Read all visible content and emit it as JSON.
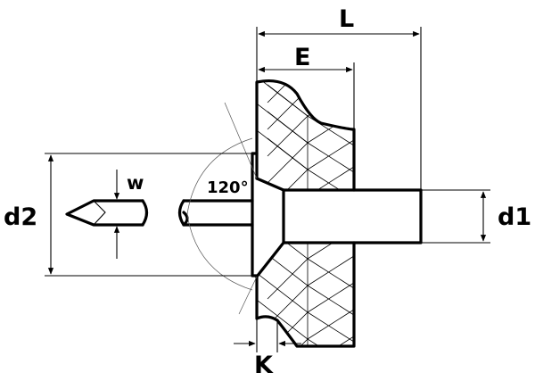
{
  "labels": {
    "L": "L",
    "E": "E",
    "d1": "d1",
    "d2": "d2",
    "w": "w",
    "K": "K",
    "angle": "120°"
  }
}
